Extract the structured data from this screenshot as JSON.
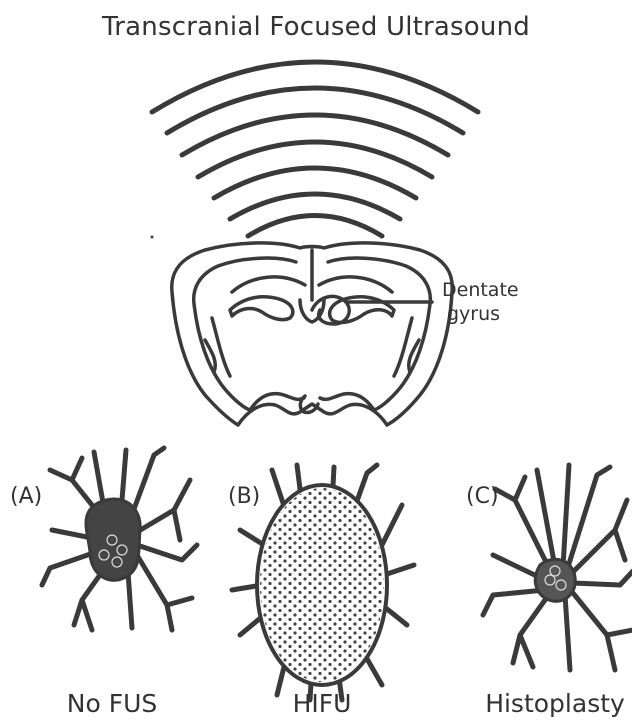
{
  "figure": {
    "title": "Transcranial Focused Ultrasound",
    "callout": {
      "line1": "Dentate",
      "line2": "gyrus"
    },
    "panels": [
      {
        "letter": "(A)",
        "caption": "No FUS"
      },
      {
        "letter": "(B)",
        "caption": "HIFU"
      },
      {
        "letter": "(C)",
        "caption": "Histoplasty"
      }
    ]
  },
  "colors": {
    "stroke": "#3a3a3a",
    "halo": "#ffffff",
    "text": "#333333"
  }
}
